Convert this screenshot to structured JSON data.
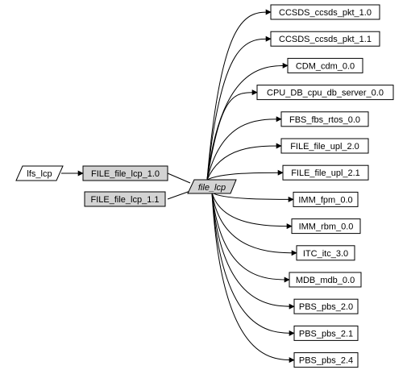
{
  "graph": {
    "source_node": {
      "label": "lfs_lcp"
    },
    "bundle_nodes": [
      {
        "label": "FILE_file_lcp_1.0"
      },
      {
        "label": "FILE_file_lcp_1.1"
      }
    ],
    "hub_node": {
      "label": "file_lcp"
    },
    "dependency_nodes": [
      {
        "label": "CCSDS_ccsds_pkt_1.0"
      },
      {
        "label": "CCSDS_ccsds_pkt_1.1"
      },
      {
        "label": "CDM_cdm_0.0"
      },
      {
        "label": "CPU_DB_cpu_db_server_0.0"
      },
      {
        "label": "FBS_fbs_rtos_0.0"
      },
      {
        "label": "FILE_file_upl_2.0"
      },
      {
        "label": "FILE_file_upl_2.1"
      },
      {
        "label": "IMM_fpm_0.0"
      },
      {
        "label": "IMM_rbm_0.0"
      },
      {
        "label": "ITC_itc_3.0"
      },
      {
        "label": "MDB_mdb_0.0"
      },
      {
        "label": "PBS_pbs_2.0"
      },
      {
        "label": "PBS_pbs_2.1"
      },
      {
        "label": "PBS_pbs_2.4"
      }
    ],
    "colors": {
      "node_fill": "#ffffff",
      "bundle_fill": "#d3d3d3",
      "hub_fill": "#d3d3d3",
      "stroke": "#000000"
    }
  }
}
